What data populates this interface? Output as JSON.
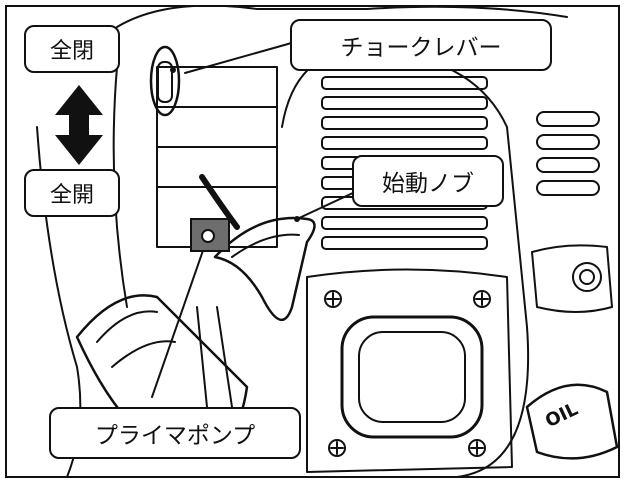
{
  "labels": {
    "full_closed": "全閉",
    "full_open": "全開",
    "choke_lever": "チョークレバー",
    "start_knob": "始動ノブ",
    "primer_pump": "プライマポンプ"
  },
  "engraved": {
    "oil_cap": "OIL"
  },
  "icons": {
    "direction_arrow": "double-vertical-arrow-icon"
  },
  "colors": {
    "line": "#111111",
    "background": "#ffffff",
    "primer_gray": "#6e6e6e"
  }
}
